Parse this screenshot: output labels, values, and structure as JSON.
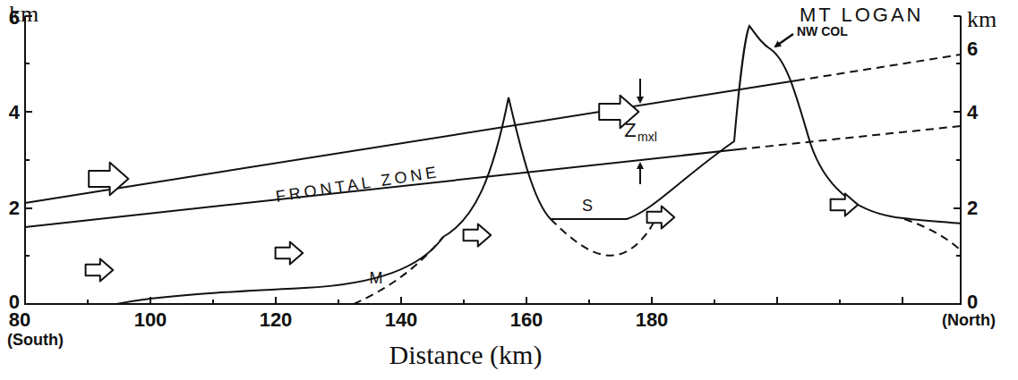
{
  "diagram": {
    "labels": [
      "km",
      "MT LOGAN",
      "km",
      "NW COL",
      "6",
      "4",
      "2",
      "0",
      "6",
      "4",
      "2",
      "0",
      "FRONTAL ZONE",
      "Z",
      "mxl",
      "M",
      "S",
      "80",
      "100",
      "120",
      "140",
      "160",
      "180",
      "(South)",
      "(North)",
      "Distance (km)"
    ]
  }
}
